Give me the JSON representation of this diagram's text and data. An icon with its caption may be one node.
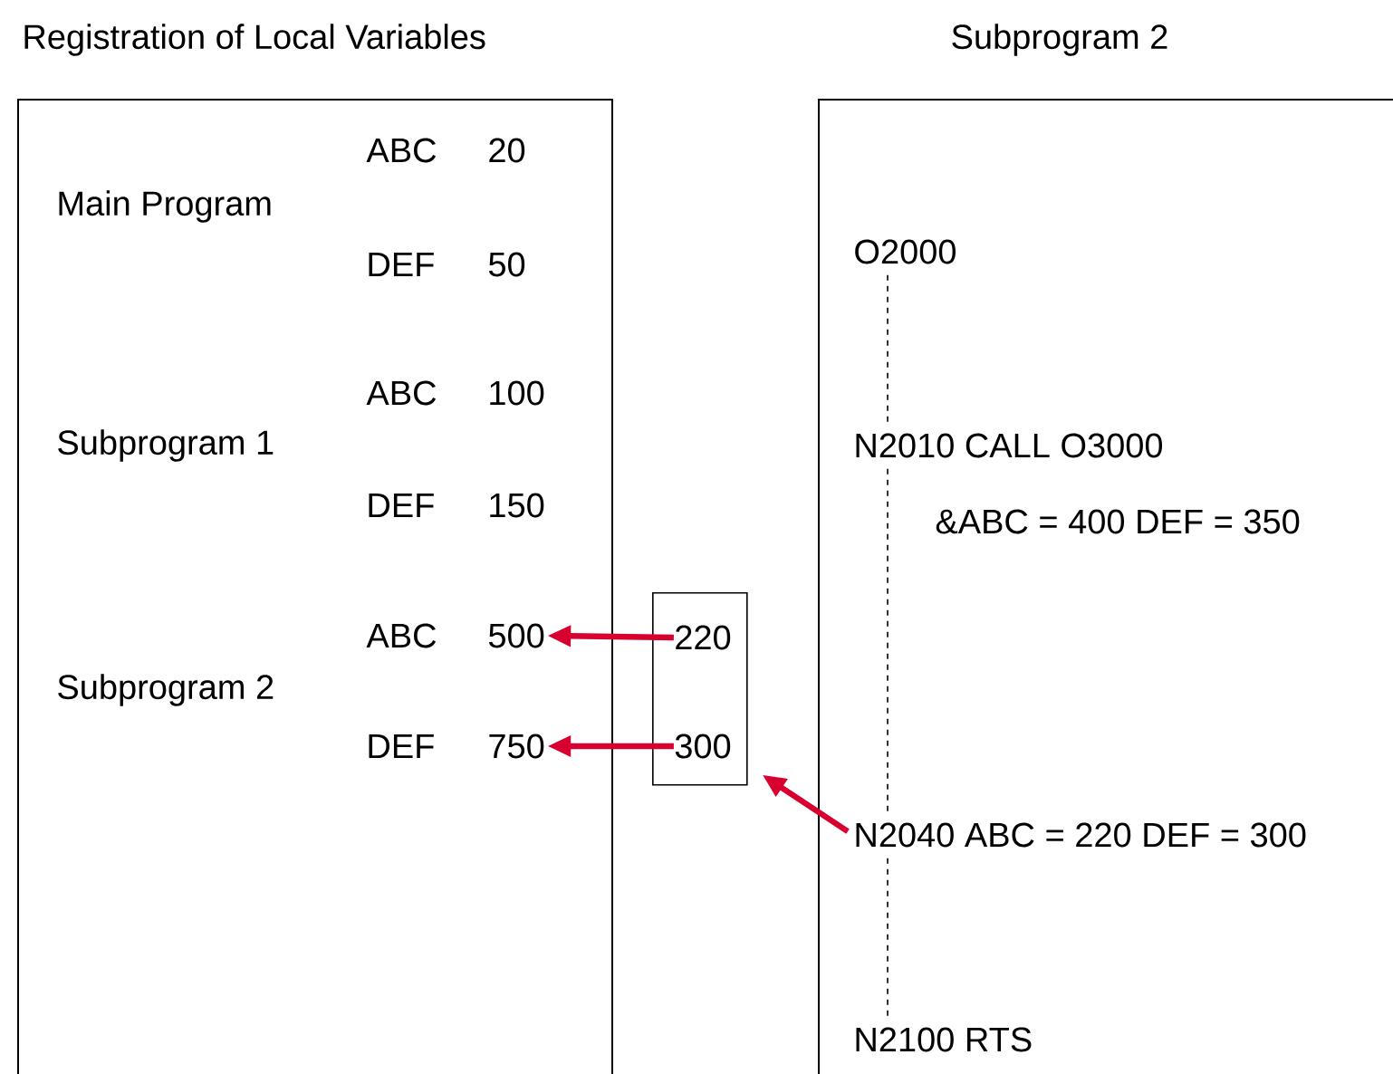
{
  "diagram": {
    "nodes": [
      {
        "text": [
          "Registration of Local Variables"
        ]
      },
      {
        "text": [
          "Main Program"
        ],
        "in": 0
      },
      {
        "text": [
          "ABC",
          "20"
        ],
        "in": 0
      },
      {
        "text": [
          "DEF",
          "50"
        ],
        "in": 0
      },
      {
        "text": [
          "Subprogram 1"
        ],
        "in": 0
      },
      {
        "text": [
          "ABC",
          "100"
        ],
        "in": 0
      },
      {
        "text": [
          "DEF",
          "150"
        ],
        "in": 0
      },
      {
        "text": [
          "Subprogram 2"
        ],
        "in": 0
      },
      {
        "text": [
          "ABC",
          "500"
        ],
        "in": 0
      },
      {
        "text": [
          "DEF",
          "750"
        ],
        "in": 0
      },
      {
        "text": [],
        "shape": "box"
      },
      {
        "text": [
          "220"
        ],
        "in": 10
      },
      {
        "text": [
          "300"
        ],
        "in": 10
      },
      {
        "text": [
          "Subprogram 2"
        ]
      },
      {
        "text": [
          "O2000"
        ],
        "in": 13
      },
      {
        "text": [
          "N2010 CALL O3000"
        ],
        "in": 13
      },
      {
        "text": [
          "&ABC = 400 DEF = 350"
        ],
        "in": 13
      },
      {
        "text": [
          "N2040 ABC = 220 DEF = 300"
        ],
        "in": 13
      },
      {
        "text": [
          "N2100 RTS"
        ],
        "in": 13
      }
    ],
    "edges": [
      {
        "from": 11,
        "to": 8,
        "arrow": "to",
        "style": "thick",
        "color": "#d7002f"
      },
      {
        "from": 12,
        "to": 9,
        "arrow": "to",
        "style": "thick",
        "color": "#d7002f"
      },
      {
        "from": 17,
        "to": 10,
        "arrow": "to",
        "style": "thick",
        "color": "#d7002f"
      },
      {
        "from": 14,
        "to": 15,
        "arrow": "none",
        "style": "dashed",
        "color": "#000000"
      },
      {
        "from": 15,
        "to": 17,
        "arrow": "none",
        "style": "dashed",
        "color": "#000000"
      },
      {
        "from": 17,
        "to": 18,
        "arrow": "none",
        "style": "dashed",
        "color": "#000000"
      }
    ]
  }
}
